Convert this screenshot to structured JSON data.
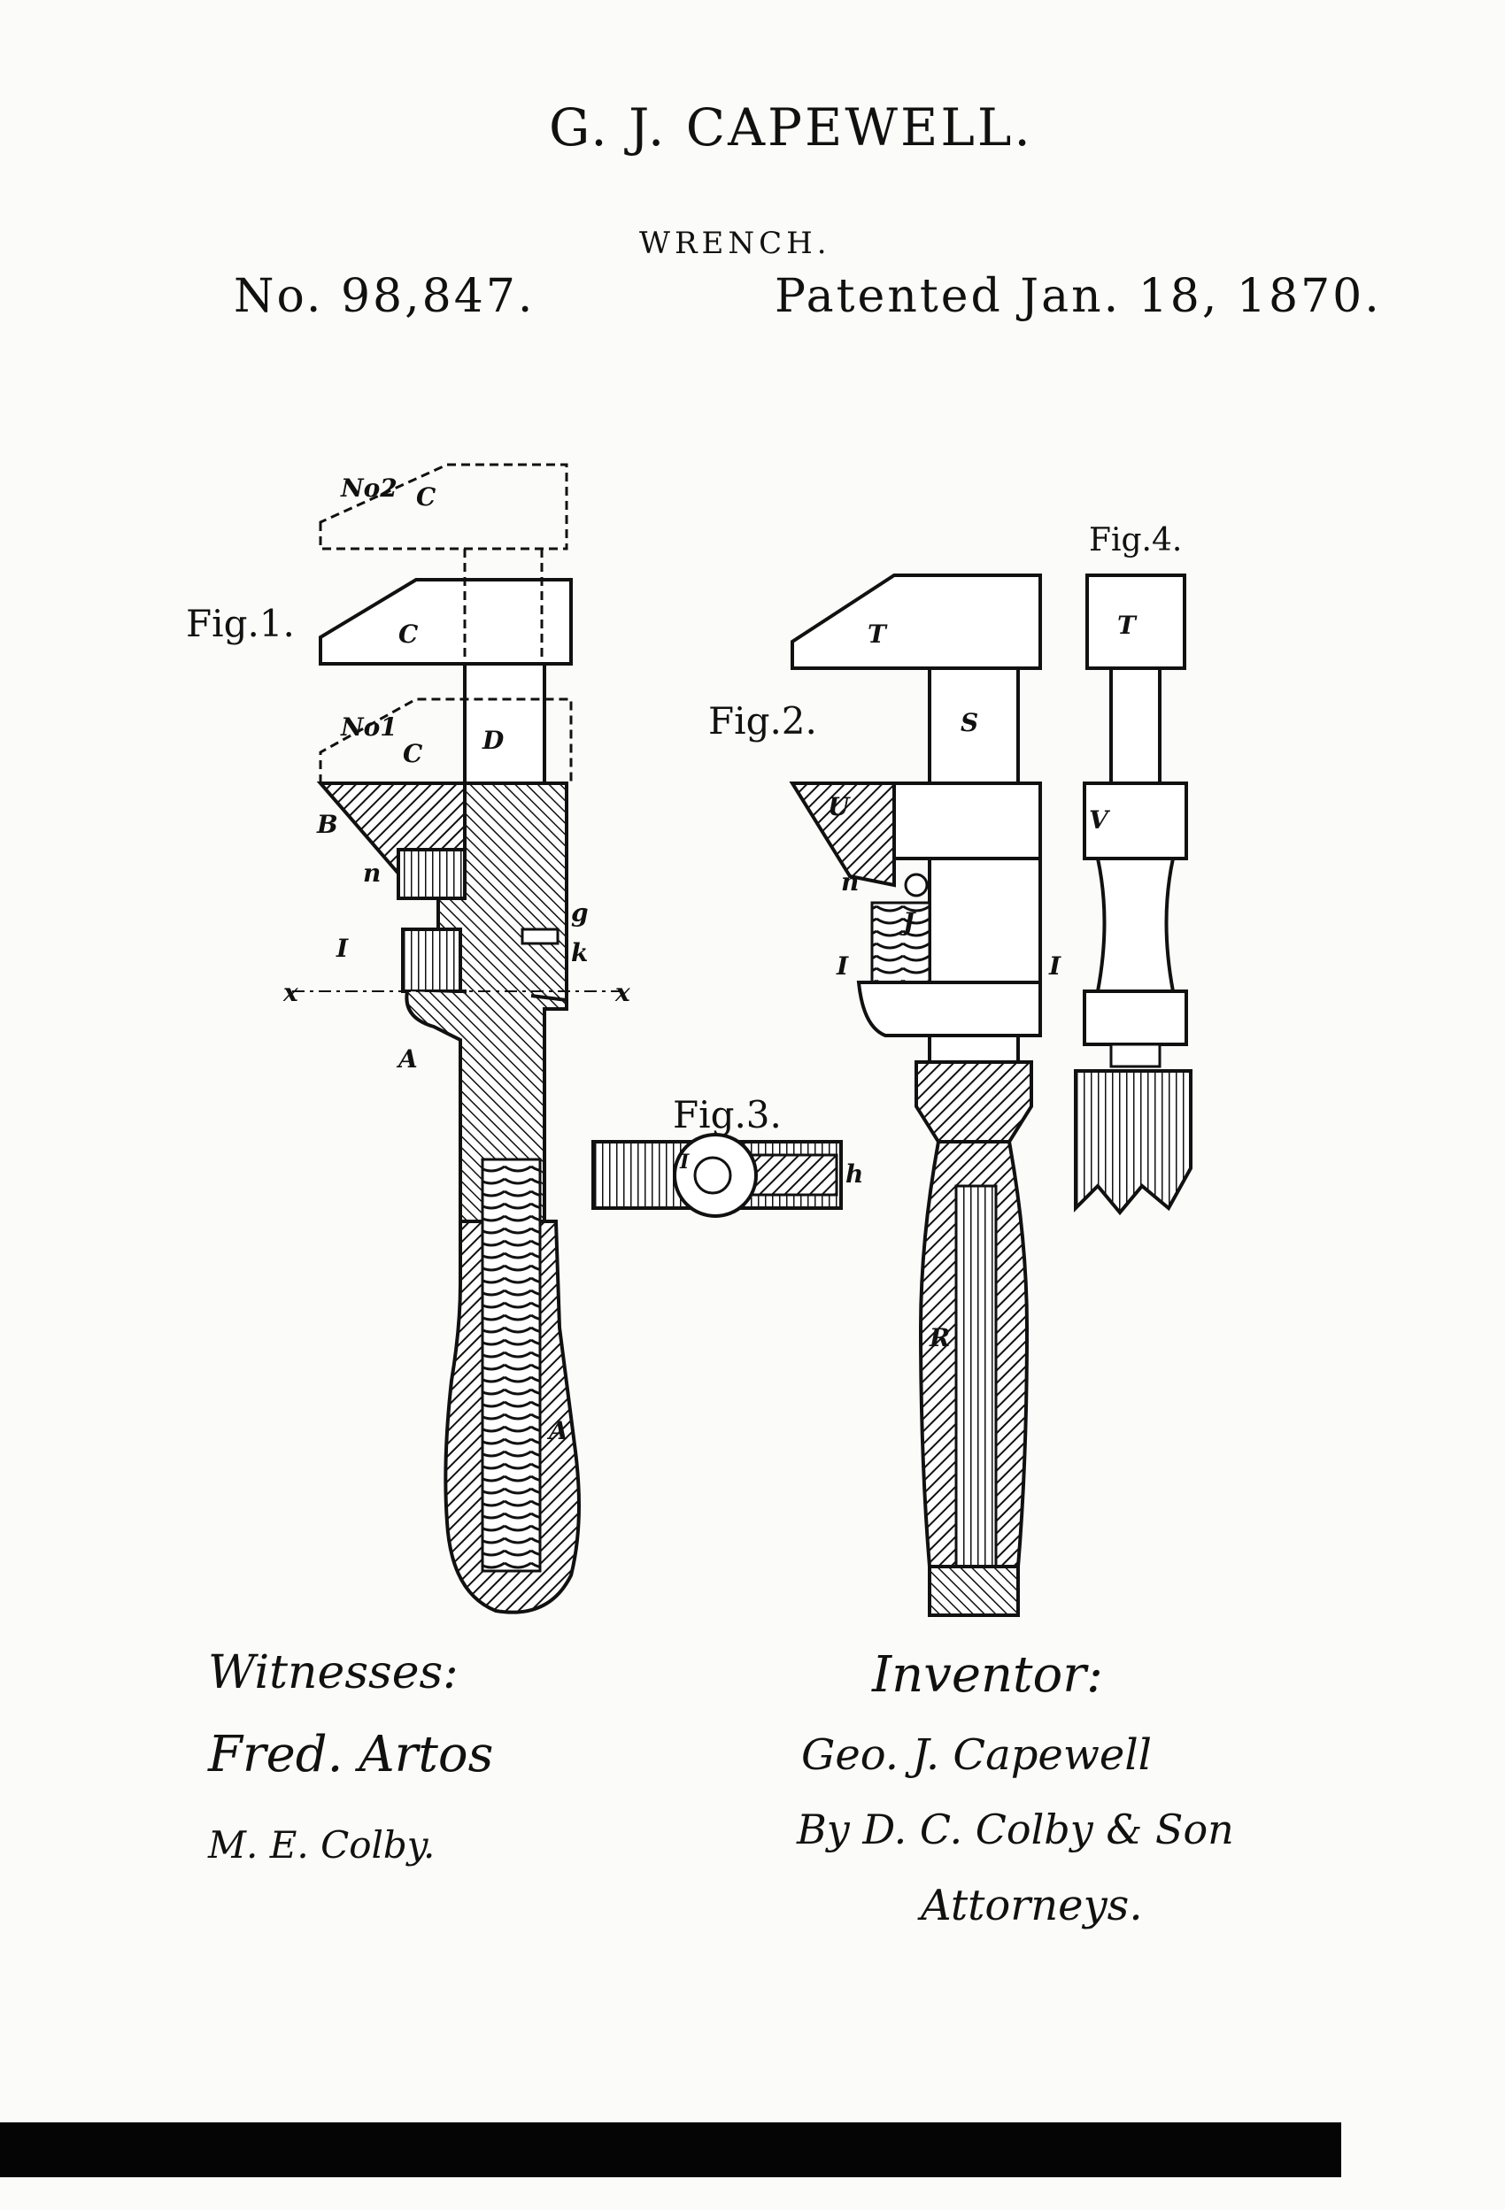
{
  "header": {
    "inventor": "G. J. CAPEWELL.",
    "title": "WRENCH.",
    "patent_number": "No. 98,847.",
    "patent_date": "Patented Jan. 18, 1870."
  },
  "figures": {
    "fig1": "Fig.1.",
    "fig2": "Fig.2.",
    "fig3": "Fig.3.",
    "fig4": "Fig.4."
  },
  "letters": {
    "no2": "No2",
    "no1": "No1",
    "C": "C",
    "D": "D",
    "B": "B",
    "A": "A",
    "n": "n",
    "I": "I",
    "x": "x",
    "g": "g",
    "k": "k",
    "T": "T",
    "S": "S",
    "U": "U",
    "J": "J",
    "R": "R",
    "V": "V",
    "h": "h"
  },
  "signatures": {
    "witnesses_label": "Witnesses:",
    "witness1": "Fred. Artos",
    "witness2": "M. E. Colby.",
    "inventor_label": "Inventor:",
    "inventor_sig": "Geo. J. Capewell",
    "attorney_line": "By D. C. Colby & Son",
    "attorneys": "Attorneys."
  }
}
